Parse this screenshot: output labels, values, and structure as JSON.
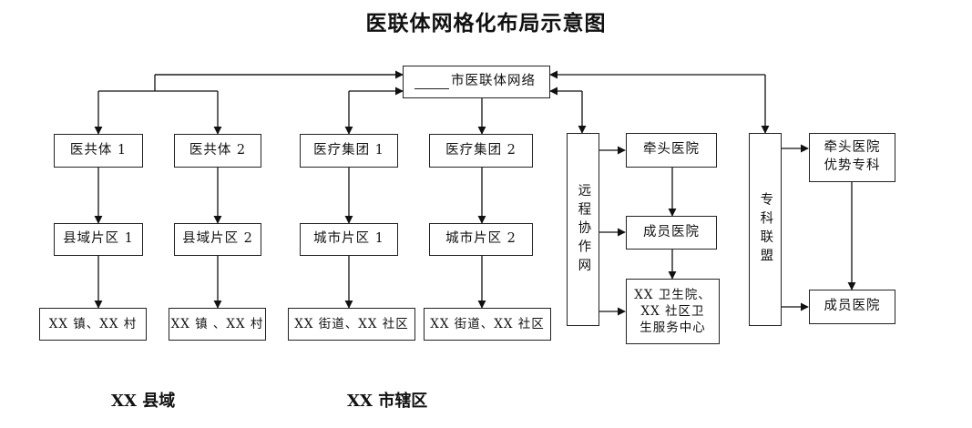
{
  "title": "医联体网格化布局示意图",
  "top_node": {
    "label": "市医联体网络"
  },
  "county": {
    "caption": "XX 县域",
    "alliances": [
      "医共体 1",
      "医共体 2"
    ],
    "districts": [
      "县域片区 1",
      "县域片区 2"
    ],
    "grassroots": [
      "XX 镇、XX 村",
      "XX 镇 、XX 村"
    ]
  },
  "city": {
    "caption": "XX 市辖区",
    "groups": [
      "医疗集团 1",
      "医疗集团 2"
    ],
    "districts": [
      "城市片区 1",
      "城市片区 2"
    ],
    "grassroots": [
      "XX 街道、XX 社区",
      "XX 街道、XX 社区"
    ]
  },
  "remote": {
    "label": "远程协作网",
    "lead": "牵头医院",
    "member": "成员医院",
    "grassroots_lines": [
      "XX 卫生院、",
      "XX 社区卫",
      "生服务中心"
    ]
  },
  "specialty": {
    "label": "专科联盟",
    "lead_lines": [
      "牵头医院",
      "优势专科"
    ],
    "member": "成员医院"
  }
}
